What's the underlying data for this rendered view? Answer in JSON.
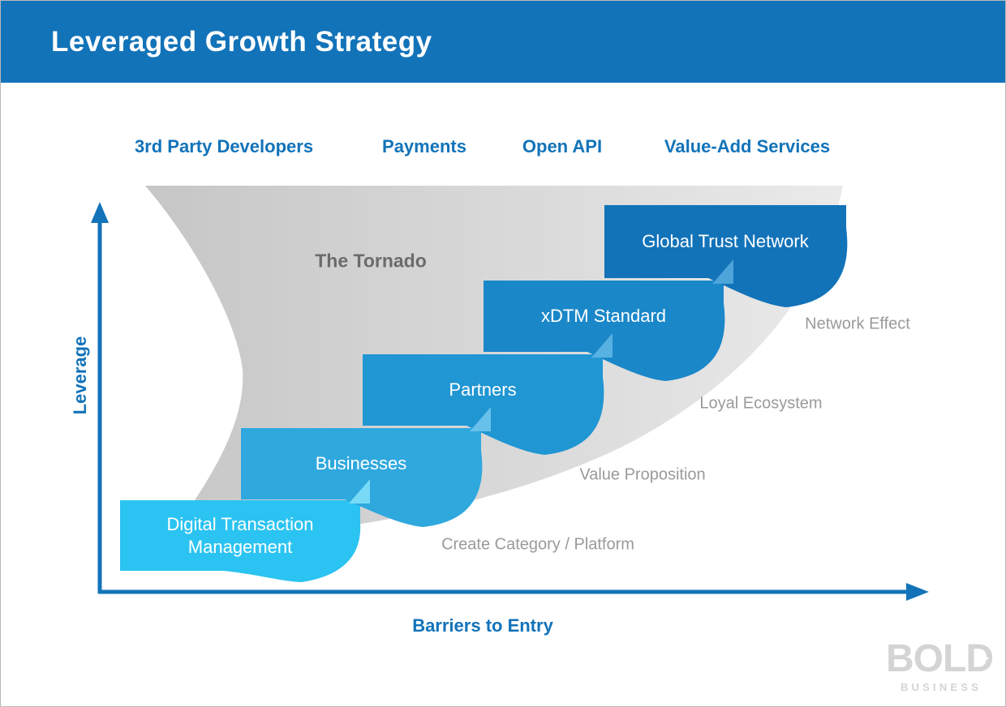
{
  "header": {
    "title": "Leveraged Growth Strategy"
  },
  "top_labels": [
    "3rd Party Developers",
    "Payments",
    "Open API",
    "Value-Add Services"
  ],
  "tornado": {
    "label": "The Tornado"
  },
  "steps": [
    {
      "label": "Digital Transaction Management",
      "color": "#2BC3F1",
      "tip_color": "#78DAF7"
    },
    {
      "label": "Businesses",
      "color": "#2FA8DE",
      "tip_color": "#68C1EA"
    },
    {
      "label": "Partners",
      "color": "#2096D3",
      "tip_color": "#57B1E1"
    },
    {
      "label": "xDTM Standard",
      "color": "#1A87C9",
      "tip_color": "#4CA4D9"
    },
    {
      "label": "Global Trust Network",
      "color": "#1273B9",
      "tip_color": "#4A9BD2"
    }
  ],
  "milestones": [
    "Create Category / Platform",
    "Value Proposition",
    "Loyal Ecosystem",
    "Network Effect"
  ],
  "axes": {
    "y_label": "Leverage",
    "x_label": "Barriers to Entry",
    "color": "#1273B9"
  },
  "logo": {
    "title": "BOLD",
    "subtitle": "BUSINESS"
  },
  "colors": {
    "header_bg": "#1273B9",
    "top_label_blue": "#1273B9",
    "tornado_gray_left": "#C6C6C6",
    "tornado_gray_mid": "#D8D8D8",
    "tornado_gray_right": "#EAEAEA",
    "tornado_text": "#6B6B6B",
    "milestone_text": "#9A9A9A",
    "logo_gray": "#D4D4D4",
    "background": "#FFFFFF"
  }
}
